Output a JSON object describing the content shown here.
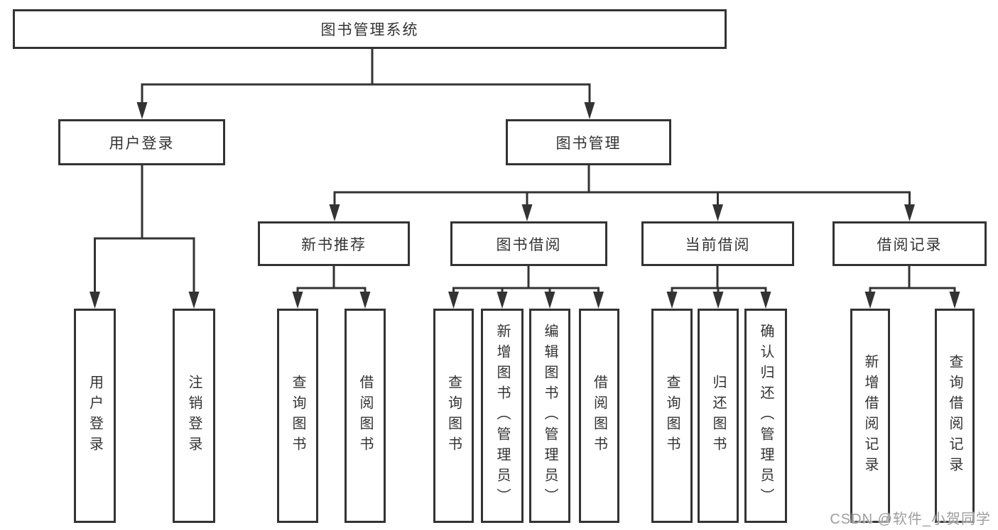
{
  "diagram": {
    "root": {
      "label": "图书管理系统",
      "children": [
        {
          "label": "用户登录",
          "children": [
            {
              "label": "用户登录"
            },
            {
              "label": "注销登录"
            }
          ]
        },
        {
          "label": "图书管理",
          "children": [
            {
              "label": "新书推荐",
              "children": [
                {
                  "label": "查询图书"
                },
                {
                  "label": "借阅图书"
                }
              ]
            },
            {
              "label": "图书借阅",
              "children": [
                {
                  "label": "查询图书"
                },
                {
                  "label": "新增图书（管理员）"
                },
                {
                  "label": "编辑图书（管理员）"
                },
                {
                  "label": "借阅图书"
                }
              ]
            },
            {
              "label": "当前借阅",
              "children": [
                {
                  "label": "查询图书"
                },
                {
                  "label": "归还图书"
                },
                {
                  "label": "确认归还（管理员）"
                }
              ]
            },
            {
              "label": "借阅记录",
              "children": [
                {
                  "label": "新增借阅记录"
                },
                {
                  "label": "查询借阅记录"
                }
              ]
            }
          ]
        }
      ]
    }
  },
  "watermark": {
    "text": "CSDN @软件_小贺同学"
  },
  "colors": {
    "line": "#333333",
    "text": "#333333",
    "background": "#ffffff",
    "watermark": "#9e9e9e"
  }
}
